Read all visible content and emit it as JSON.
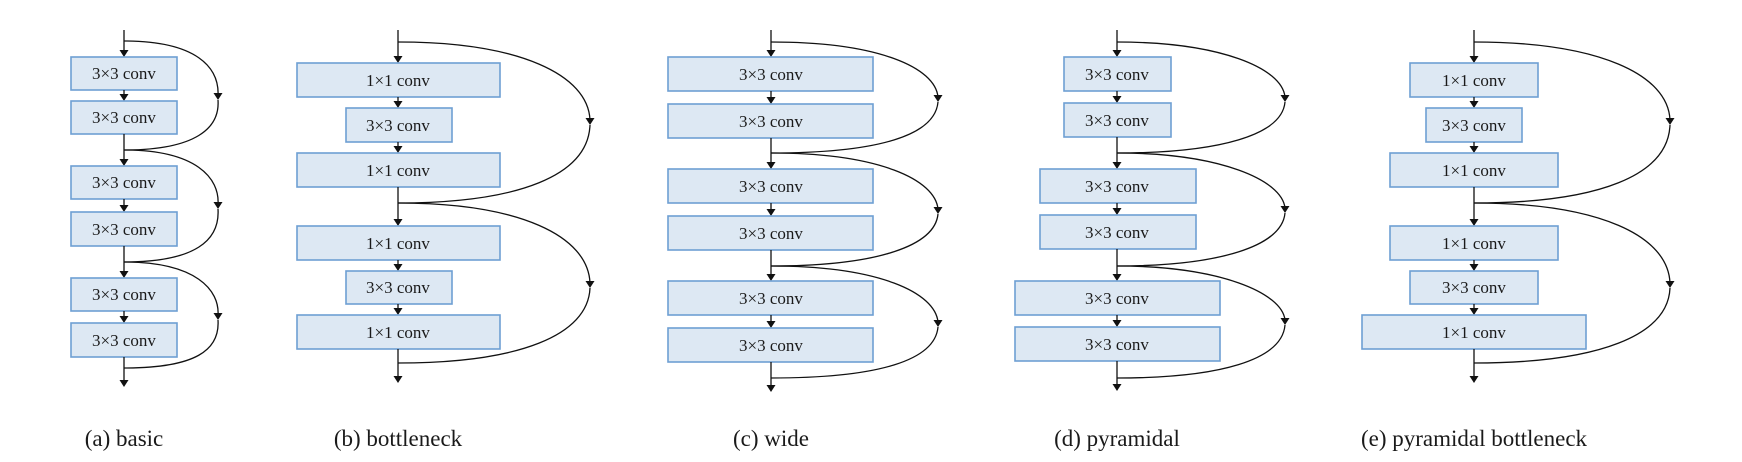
{
  "panels": [
    {
      "caption": "(a) basic",
      "blocks": [
        {
          "layers": [
            "3×3 conv",
            "3×3 conv"
          ]
        },
        {
          "layers": [
            "3×3 conv",
            "3×3 conv"
          ]
        },
        {
          "layers": [
            "3×3 conv",
            "3×3 conv"
          ]
        }
      ]
    },
    {
      "caption": "(b) bottleneck",
      "blocks": [
        {
          "layers": [
            "1×1 conv",
            "3×3 conv",
            "1×1 conv"
          ]
        },
        {
          "layers": [
            "1×1 conv",
            "3×3 conv",
            "1×1 conv"
          ]
        }
      ]
    },
    {
      "caption": "(c) wide",
      "blocks": [
        {
          "layers": [
            "3×3 conv",
            "3×3 conv"
          ]
        },
        {
          "layers": [
            "3×3 conv",
            "3×3 conv"
          ]
        },
        {
          "layers": [
            "3×3 conv",
            "3×3 conv"
          ]
        }
      ]
    },
    {
      "caption": "(d) pyramidal",
      "blocks": [
        {
          "layers": [
            "3×3 conv",
            "3×3 conv"
          ]
        },
        {
          "layers": [
            "3×3 conv",
            "3×3 conv"
          ]
        },
        {
          "layers": [
            "3×3 conv",
            "3×3 conv"
          ]
        }
      ]
    },
    {
      "caption": "(e) pyramidal bottleneck",
      "blocks": [
        {
          "layers": [
            "1×1 conv",
            "3×3 conv",
            "1×1 conv"
          ]
        },
        {
          "layers": [
            "1×1 conv",
            "3×3 conv",
            "1×1 conv"
          ]
        }
      ]
    }
  ],
  "colors": {
    "box_fill": "#dde8f3",
    "box_stroke": "#6e9fd3",
    "line": "#111111"
  }
}
